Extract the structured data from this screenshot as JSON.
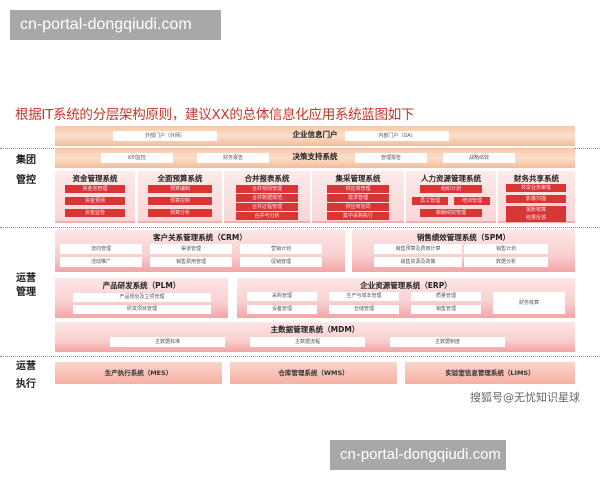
{
  "watermarks": {
    "top": "cn-portal-dongqiudi.com",
    "bottom": "cn-portal-dongqiudi.com"
  },
  "title": "根据IT系统的分层架构原则，建议XX的总体信息化应用系统蓝图如下",
  "side_labels": {
    "group_control": [
      "集团",
      "管控"
    ],
    "operation_management": [
      "运营",
      "管理"
    ],
    "operation_execution": [
      "运营",
      "执行"
    ]
  },
  "portal": {
    "title": "企业信息门户",
    "items": [
      "外部门户（外网）",
      "内部门户（OA）"
    ]
  },
  "decision_support": {
    "title": "决策支持系统",
    "items": [
      "KPI监控",
      "财务报告",
      "管理报告",
      "战略绩效"
    ]
  },
  "group_systems": [
    {
      "title": "资金管理系统",
      "items": [
        "资金池管理",
        "资金预测",
        "资金监管"
      ]
    },
    {
      "title": "全面预算系统",
      "items": [
        "预算编制",
        "预算控制",
        "预算分析"
      ]
    },
    {
      "title": "合并报表系统",
      "items": [
        "合并规则管理",
        "合并数据规范",
        "合并过程管理",
        "合并与分析"
      ]
    },
    {
      "title": "集采管理系统",
      "items": [
        "供应商管理",
        "需求管理",
        "供应商协同",
        "集中采购执行"
      ]
    },
    {
      "title": "人力资源管理系统",
      "items": [
        "组织计划",
        "员工管理",
        "培训管理",
        "薪酬绩效管理"
      ]
    },
    {
      "title": "财务共享系统",
      "items": [
        "共享业务审批",
        "影像扫描",
        "报账核算",
        "结果反馈"
      ]
    }
  ],
  "crm": {
    "title": "客户关系管理系统（CRM）",
    "items": [
      "流向管理",
      "渠道管理",
      "营销计划",
      "活动推广",
      "销售费用管理",
      "促销管理"
    ]
  },
  "spm": {
    "title": "销售绩效管理系统（SPM）",
    "items": [
      "销售预算及费用计算",
      "销售计划",
      "销售资源及政策",
      "数据分析"
    ]
  },
  "plm": {
    "title": "产品研发系统（PLM）",
    "items": [
      "产品规划及立项管理",
      "研发项目管理"
    ]
  },
  "erp": {
    "title": "企业资源管理系统（ERP）",
    "items": [
      "采购管理",
      "生产与成本管理",
      "质量管理",
      "财务核算",
      "设备管理",
      "仓储管理",
      "销售管理"
    ]
  },
  "mdm": {
    "title": "主数据管理系统（MDM）",
    "items": [
      "主数据标准",
      "主数据流程",
      "主数据制度"
    ]
  },
  "execution": [
    "生产执行系统（MES）",
    "仓库管理系统（WMS）",
    "实验室信息管理系统（LIMS）"
  ],
  "credit": "搜狐号@无忧知识星球",
  "colors": {
    "title_red": "#c0392b",
    "accent_red": "#d83535",
    "portal_orange": "#f7c7a7",
    "pink_panel": "#f9d0d0"
  }
}
